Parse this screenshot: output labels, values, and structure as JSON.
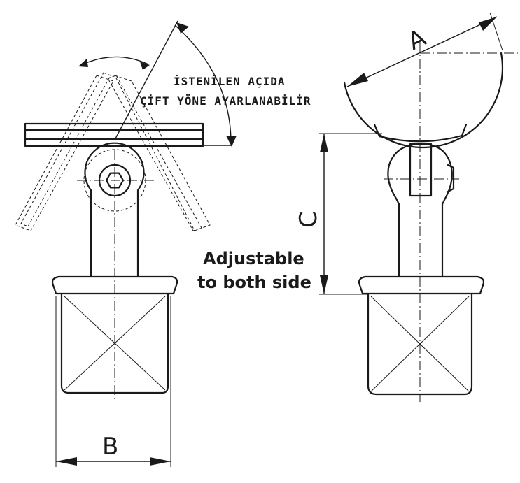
{
  "note": {
    "line1": "İSTENİLEN AÇIDA",
    "line2": "ÇİFT YÖNE AYARLANABİLİR"
  },
  "caption": {
    "line1": "Adjustable",
    "line2": "to both side"
  },
  "dimensions": {
    "a": "A",
    "b": "B",
    "c": "C"
  }
}
